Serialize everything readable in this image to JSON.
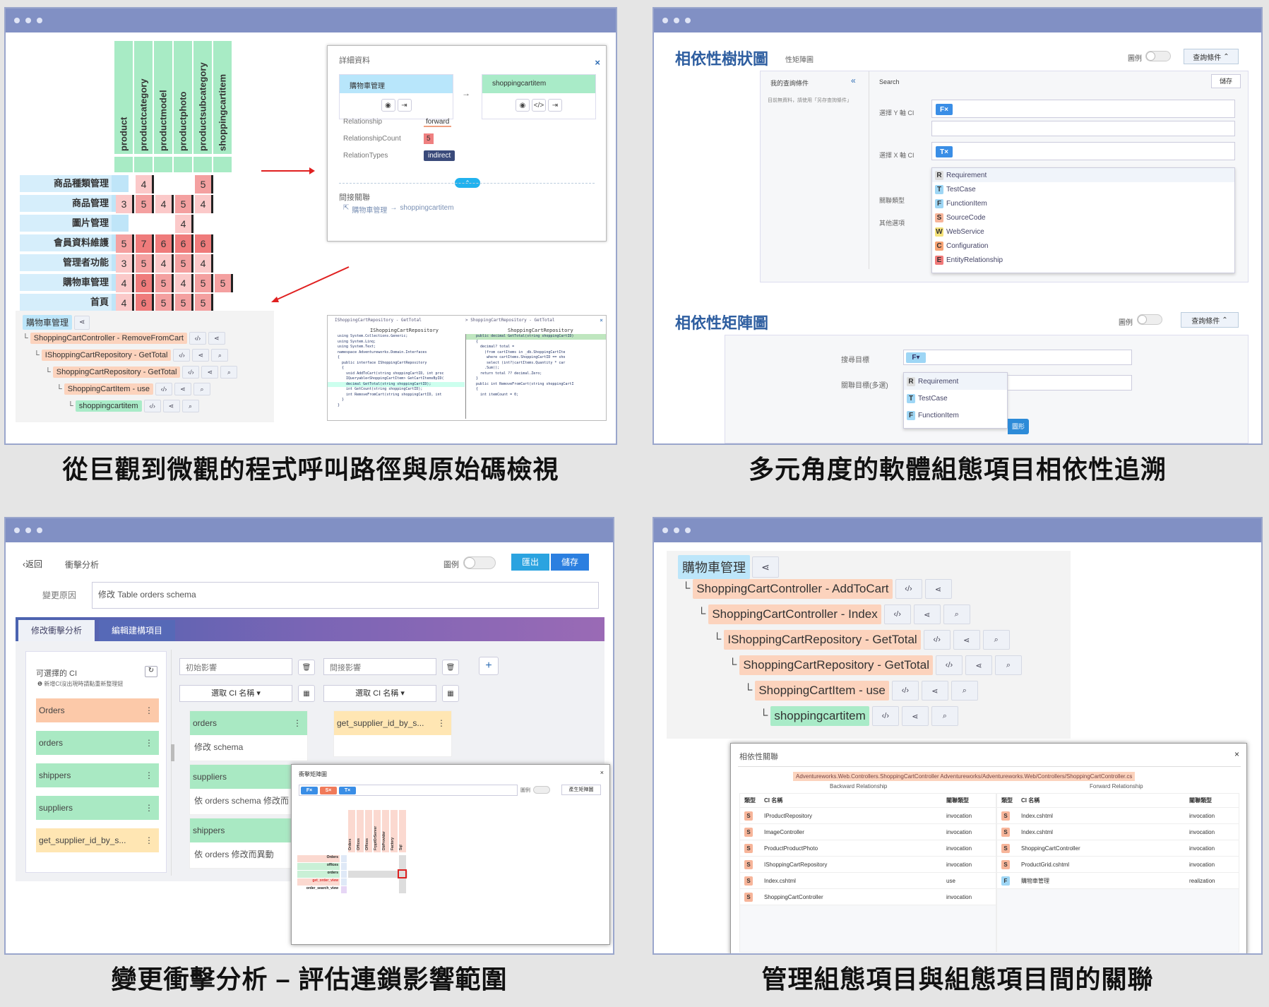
{
  "q1": {
    "matrix": {
      "columns": [
        "product",
        "productcategory",
        "productmodel",
        "productphoto",
        "productsubcategory",
        "shoppingcartitem"
      ],
      "rows": [
        {
          "label": "商品種類管理",
          "cells": [
            null,
            "4",
            null,
            null,
            "5",
            null
          ]
        },
        {
          "label": "商品管理",
          "cells": [
            "3",
            "5",
            "4",
            "5",
            "4",
            null
          ]
        },
        {
          "label": "圖片管理",
          "cells": [
            null,
            null,
            null,
            "4",
            null,
            null
          ]
        },
        {
          "label": "會員資料維護",
          "cells": [
            "5",
            "7",
            "6",
            "6",
            "6",
            null
          ]
        },
        {
          "label": "管理者功能",
          "cells": [
            "3",
            "5",
            "4",
            "5",
            "4",
            null
          ]
        },
        {
          "label": "購物車管理",
          "cells": [
            "4",
            "6",
            "5",
            "4",
            "5",
            "5"
          ]
        },
        {
          "label": "首頁",
          "cells": [
            "4",
            "6",
            "5",
            "5",
            "5",
            null
          ]
        }
      ]
    },
    "detail": {
      "title": "詳細資料",
      "from": "購物車管理",
      "to": "shoppingcartitem",
      "arrow": "→",
      "labels": [
        "Relationship",
        "RelationshipCount",
        "RelationTypes"
      ],
      "values": [
        "forward",
        "5",
        "indirect"
      ],
      "indirect_title": "間接關聯",
      "indirect_from": "購物車管理",
      "indirect_to": "shoppingcartitem"
    },
    "path": {
      "root": "購物車管理",
      "items": [
        {
          "label": "ShoppingCartController - RemoveFromCart",
          "type": "orange"
        },
        {
          "label": "IShoppingCartRepository - GetTotal",
          "type": "orange"
        },
        {
          "label": "ShoppingCartRepository - GetTotal",
          "type": "orange"
        },
        {
          "label": "ShoppingCartItem - use",
          "type": "orange"
        },
        {
          "label": "shoppingcartitem",
          "type": "green"
        }
      ]
    },
    "code": {
      "left_tab": "IShoppingCartRepository - GetTotal",
      "right_tab": "> ShoppingCartRepository - GetTotal",
      "left_title": "IShoppingCartRepository",
      "right_title": "ShoppingCartRepository",
      "left_lines": [
        "using System.Collections.Generic;",
        "using System.Linq;",
        "using System.Text;",
        "",
        "namespace Adventureworks.Domain.Interfaces",
        "{",
        "  public interface IShoppingCartRepository",
        "  {",
        "    void AddToCart(string shoppingCartID, int proc",
        "    IQueryable<ShoppingCartItem> GetCartItemsByID(",
        "    decimal GetTotal(string shoppingCartID);",
        "    int GetCount(string shoppingCartID);",
        "    int RemoveFromCart(string shoppingCartID, int",
        "  }",
        "}"
      ],
      "right_lines": [
        "public decimal GetTotal(string shoppingCartID)",
        "{",
        "  decimal? total =",
        "    (from cartItems in _db.ShoppingCartIte",
        "     where cartItems.ShoppingCartID == sho",
        "     select (int?)cartItems.Quantity * car",
        "    .Sum();",
        "",
        "  return total ?? decimal.Zero;",
        "}",
        "",
        "public int RemoveFromCart(string shoppingCartI",
        "{",
        "  int itemCount = 0;"
      ]
    },
    "caption": "從巨觀到微觀的程式呼叫路徑與原始碼檢視"
  },
  "q2": {
    "tree_title": "相依性樹狀圖",
    "tab_hint": "性矩陣圖",
    "legend_label": "圖例",
    "query_btn": "查詢條件",
    "sidebar_title": "我的查詢條件",
    "sidebar_note": "目前無資料，請使用「另存查詢條件」",
    "search_label": "Search",
    "save_btn": "儲存",
    "y_label": "選擇 Y 軸 CI",
    "y_tag": "F",
    "x_label": "選擇 X 軸 CI",
    "x_tag": "T",
    "rel_label": "關聯類型",
    "other_label": "其他選項",
    "dropdown": [
      {
        "tag": "R",
        "label": "Requirement"
      },
      {
        "tag": "T",
        "label": "TestCase"
      },
      {
        "tag": "F",
        "label": "FunctionItem"
      },
      {
        "tag": "S",
        "label": "SourceCode"
      },
      {
        "tag": "W",
        "label": "WebService"
      },
      {
        "tag": "C",
        "label": "Configuration"
      },
      {
        "tag": "E",
        "label": "EntityRelationship"
      }
    ],
    "matrix_title": "相依性矩陣圖",
    "search_target": "搜尋目標",
    "search_tag": "F",
    "rel_target": "關聯目標(多選)",
    "dropdown2": [
      {
        "tag": "R",
        "label": "Requirement"
      },
      {
        "tag": "T",
        "label": "TestCase"
      },
      {
        "tag": "F",
        "label": "FunctionItem"
      }
    ],
    "btn_partial": "圖形",
    "caption": "多元角度的軟體組態項目相依性追溯"
  },
  "q3": {
    "back": "返回",
    "title": "衝擊分析",
    "legend_label": "圖例",
    "export_btn": "匯出",
    "save_btn": "儲存",
    "reason_label": "變更原因",
    "reason_value": "修改 Table orders schema",
    "tabs": [
      "修改衝擊分析",
      "編輯建構項目"
    ],
    "ci_title": "可選擇的 CI",
    "ci_note": "新增CI沒出現時請點重新整理鈕",
    "ci_list": [
      {
        "label": "Orders",
        "type": "orange"
      },
      {
        "label": "orders",
        "type": "green"
      },
      {
        "label": "shippers",
        "type": "green"
      },
      {
        "label": "suppliers",
        "type": "green"
      },
      {
        "label": "get_supplier_id_by_s...",
        "type": "yellow"
      }
    ],
    "initial_label": "初始影響",
    "indirect_label": "間接影響",
    "select_ci": "選取 CI 名稱",
    "initial_cards": [
      {
        "title": "orders",
        "desc": "修改 schema"
      },
      {
        "title": "suppliers",
        "desc": "依 orders schema 修改而"
      },
      {
        "title": "shippers",
        "desc": "依 orders 修改而異動"
      }
    ],
    "indirect_card": "get_supplier_id_by_s...",
    "popup_title": "衝擊矩陣圖",
    "popup_legend": "圖例",
    "popup_btn": "產生矩陣圖",
    "popup_tags": [
      "F",
      "S",
      "T"
    ],
    "popup_cols": [
      "Orders",
      "Offices",
      "Offices",
      "FrpptOrServer",
      "DbProvider",
      "Factory",
      "Sql"
    ],
    "popup_rows": [
      "Orders",
      "offices",
      "orders",
      "get_order_view",
      "order_search_view"
    ],
    "caption": "變更衝擊分析 – 評估連鎖影響範圍"
  },
  "q4": {
    "root": "購物車管理",
    "items": [
      {
        "label": "ShoppingCartController - AddToCart",
        "type": "orange",
        "btns": 2
      },
      {
        "label": "ShoppingCartController - Index",
        "type": "orange",
        "btns": 3
      },
      {
        "label": "IShoppingCartRepository - GetTotal",
        "type": "orange",
        "btns": 3
      },
      {
        "label": "ShoppingCartRepository - GetTotal",
        "type": "orange",
        "btns": 3
      },
      {
        "label": "ShoppingCartItem - use",
        "type": "orange",
        "btns": 3
      },
      {
        "label": "shoppingcartitem",
        "type": "green",
        "btns": 3
      }
    ],
    "dialog_title": "相依性關聯",
    "path": "Adventureworks.Web.Controllers.ShoppingCartController Adventureworks/Adventureworks.Web/Controllers/ShoppingCartController.cs",
    "backward": "Backward Relationship",
    "forward": "Forward Relationship",
    "headers": [
      "類型",
      "CI 名稱",
      "關聯類型"
    ],
    "backward_rows": [
      {
        "t": "S",
        "name": "IProductRepository",
        "rel": "invocation"
      },
      {
        "t": "S",
        "name": "ImageController",
        "rel": "invocation"
      },
      {
        "t": "S",
        "name": "ProductProductPhoto",
        "rel": "invocation"
      },
      {
        "t": "S",
        "name": "IShoppingCartRepository",
        "rel": "invocation"
      },
      {
        "t": "S",
        "name": "Index.cshtml",
        "rel": "use"
      },
      {
        "t": "S",
        "name": "ShoppingCartController",
        "rel": "invocation"
      }
    ],
    "forward_rows": [
      {
        "t": "S",
        "name": "Index.cshtml",
        "rel": "invocation"
      },
      {
        "t": "S",
        "name": "Index.cshtml",
        "rel": "invocation"
      },
      {
        "t": "S",
        "name": "ShoppingCartController",
        "rel": "invocation"
      },
      {
        "t": "S",
        "name": "ProductGrid.cshtml",
        "rel": "invocation"
      },
      {
        "t": "F",
        "name": "購物車管理",
        "rel": "realization"
      }
    ],
    "caption": "管理組態項目與組態項目間的關聯"
  },
  "colors": {
    "titlebar": "#8190c4",
    "cell_low": "#fbc9c9",
    "cell_mid": "#f4a0a0",
    "cell_high": "#ef7b7b",
    "accent_blue": "#2e6db4",
    "orange": "#fcd3bd",
    "green": "#a9ebc8"
  }
}
